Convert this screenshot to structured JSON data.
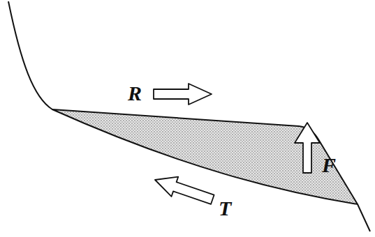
{
  "diagram": {
    "labels": [
      "R",
      "F",
      "T"
    ]
  }
}
